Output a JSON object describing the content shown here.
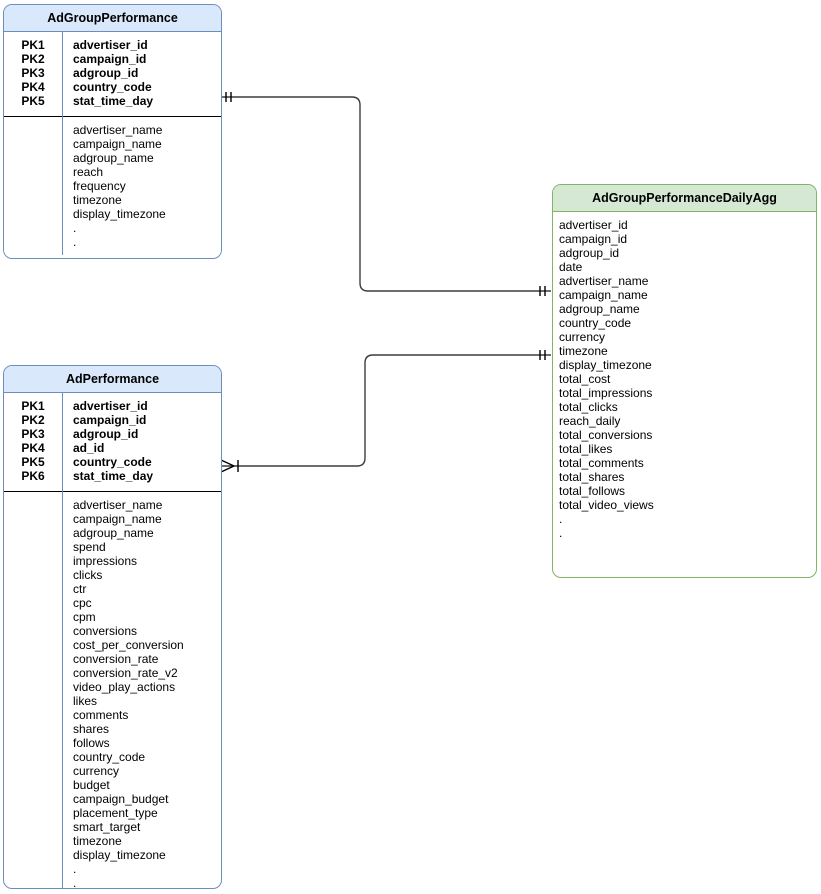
{
  "entities": [
    {
      "id": "AdGroupPerformance",
      "title": "AdGroupPerformance",
      "theme": {
        "header_fill": "#dae8fc",
        "border_color": "#6c8ebf"
      },
      "primary_keys": [
        {
          "label": "PK1",
          "field": "advertiser_id"
        },
        {
          "label": "PK2",
          "field": "campaign_id"
        },
        {
          "label": "PK3",
          "field": "adgroup_id"
        },
        {
          "label": "PK4",
          "field": "country_code"
        },
        {
          "label": "PK5",
          "field": "stat_time_day"
        }
      ],
      "attributes": [
        "advertiser_name",
        "campaign_name",
        "adgroup_name",
        "reach",
        "frequency",
        "timezone",
        "display_timezone",
        ".",
        "."
      ]
    },
    {
      "id": "AdPerformance",
      "title": "AdPerformance",
      "theme": {
        "header_fill": "#dae8fc",
        "border_color": "#6c8ebf"
      },
      "primary_keys": [
        {
          "label": "PK1",
          "field": "advertiser_id"
        },
        {
          "label": "PK2",
          "field": "campaign_id"
        },
        {
          "label": "PK3",
          "field": "adgroup_id"
        },
        {
          "label": "PK4",
          "field": "ad_id"
        },
        {
          "label": "PK5",
          "field": "country_code"
        },
        {
          "label": "PK6",
          "field": "stat_time_day"
        }
      ],
      "attributes": [
        "advertiser_name",
        "campaign_name",
        "adgroup_name",
        "spend",
        "impressions",
        "clicks",
        "ctr",
        "cpc",
        "cpm",
        "conversions",
        "cost_per_conversion",
        "conversion_rate",
        "conversion_rate_v2",
        "video_play_actions",
        "likes",
        "comments",
        "shares",
        "follows",
        "country_code",
        "currency",
        "budget",
        "campaign_budget",
        "placement_type",
        "smart_target",
        "timezone",
        "display_timezone",
        ".",
        "."
      ]
    },
    {
      "id": "AdGroupPerformanceDailyAgg",
      "title": "AdGroupPerformanceDailyAgg",
      "theme": {
        "header_fill": "#d5e8d4",
        "border_color": "#82b366"
      },
      "primary_keys": [],
      "attributes": [
        "advertiser_id",
        "campaign_id",
        "adgroup_id",
        "date",
        "advertiser_name",
        "campaign_name",
        "adgroup_name",
        "country_code",
        "currency",
        "timezone",
        "display_timezone",
        "total_cost",
        "total_impressions",
        "total_clicks",
        "reach_daily",
        "total_conversions",
        "total_likes",
        "total_comments",
        "total_shares",
        "total_follows",
        "total_video_views",
        ".",
        "."
      ]
    }
  ],
  "relationships": [
    {
      "from_entity": "AdGroupPerformance",
      "to_entity": "AdGroupPerformanceDailyAgg",
      "from_cardinality": "one-and-only-one",
      "to_cardinality": "one-and-only-one"
    },
    {
      "from_entity": "AdPerformance",
      "to_entity": "AdGroupPerformanceDailyAgg",
      "from_cardinality": "one-or-many",
      "to_cardinality": "one-and-only-one"
    }
  ],
  "colors": {
    "background": "#ffffff",
    "connector_line": "#3d3d3d",
    "section_divider": "#000000",
    "text": "#000000"
  }
}
